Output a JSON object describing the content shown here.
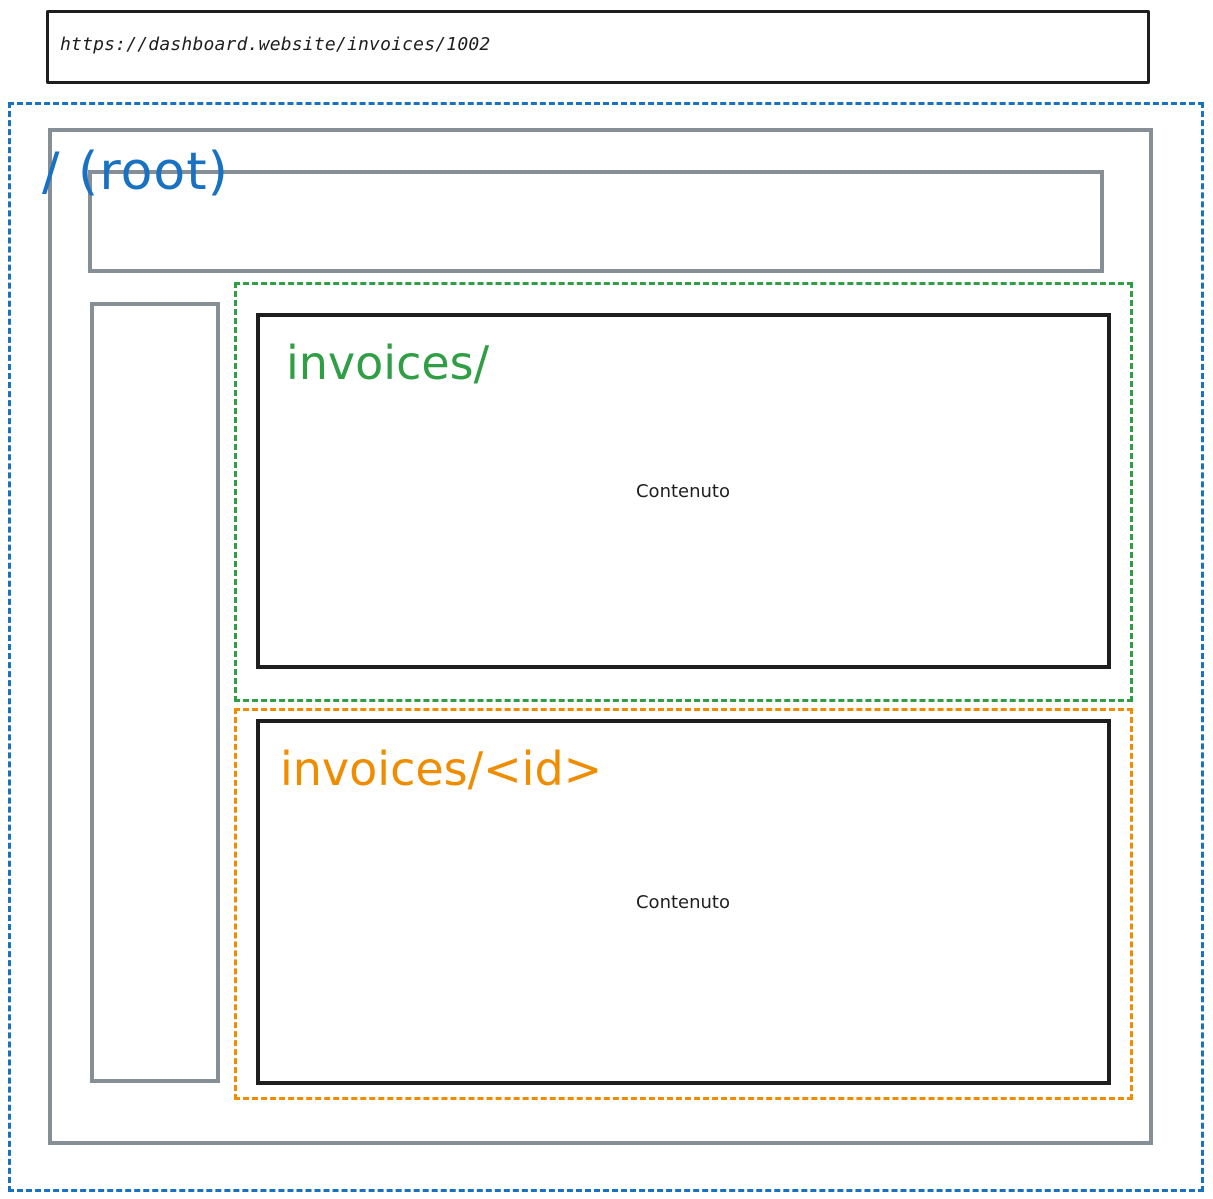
{
  "url_bar": {
    "url": "https://dashboard.website/invoices/1002"
  },
  "routes": {
    "root": {
      "label": "/ (root)",
      "color": "#1971c2"
    },
    "invoices": {
      "label": "invoices/",
      "color": "#2f9e44",
      "content": "Contenuto"
    },
    "invoice_id": {
      "label": "invoices/<id>",
      "color": "#f08c00",
      "content": "Contenuto"
    }
  },
  "colors": {
    "frame": "#868e96",
    "box": "#1e1e1e"
  }
}
